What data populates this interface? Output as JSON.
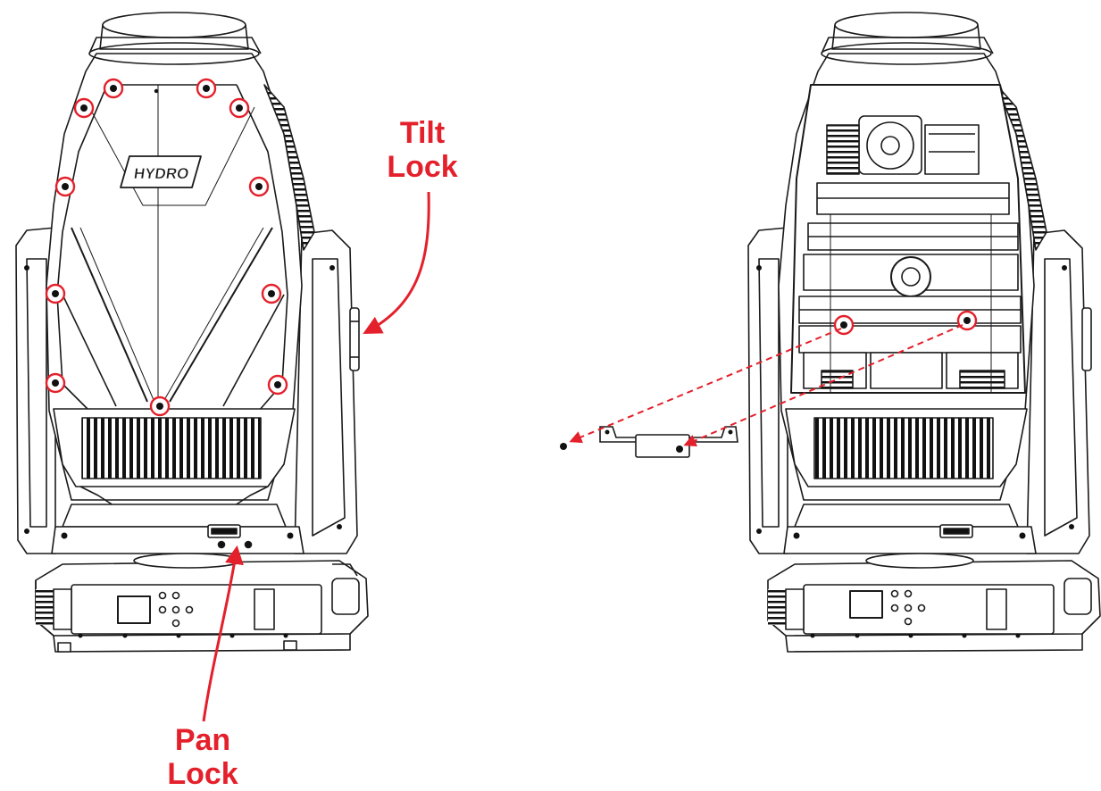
{
  "logo": {
    "text": "HYDRO"
  },
  "callouts": {
    "tilt_lock": {
      "line1": "Tilt",
      "line2": "Lock"
    },
    "pan_lock": {
      "line1": "Pan",
      "line2": "Lock"
    }
  },
  "colors": {
    "line": "#1a1a1a",
    "accent": "#e3202b",
    "background": "#ffffff"
  }
}
